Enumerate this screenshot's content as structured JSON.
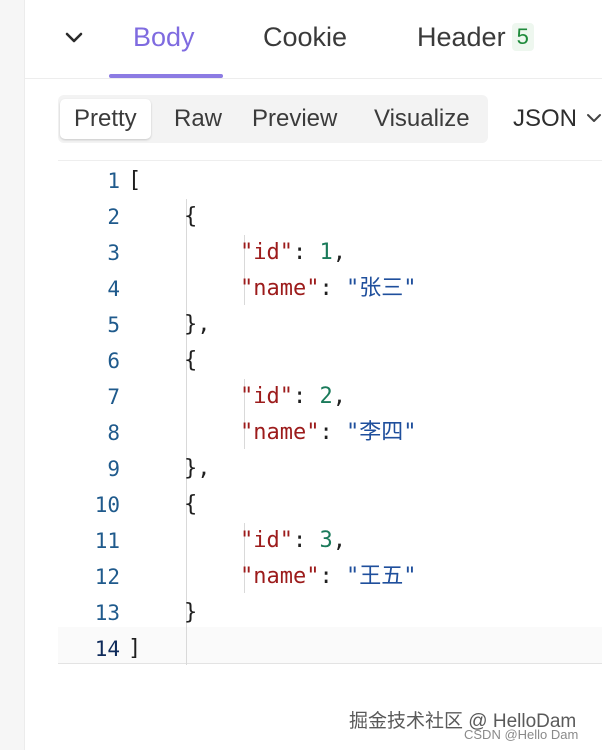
{
  "tabs": [
    {
      "label": "Body"
    },
    {
      "label": "Cookie"
    },
    {
      "label": "Header",
      "badge": "5"
    }
  ],
  "view_modes": [
    {
      "label": "Pretty"
    },
    {
      "label": "Raw"
    },
    {
      "label": "Preview"
    },
    {
      "label": "Visualize"
    }
  ],
  "format": {
    "selected": "JSON"
  },
  "code": {
    "line_numbers": [
      "1",
      "2",
      "3",
      "4",
      "5",
      "6",
      "7",
      "8",
      "9",
      "10",
      "11",
      "12",
      "13",
      "14"
    ],
    "items": [
      {
        "key": "\"id\"",
        "id_value": "1",
        "name_key": "\"name\"",
        "name_value": "\"张三\""
      },
      {
        "key": "\"id\"",
        "id_value": "2",
        "name_key": "\"name\"",
        "name_value": "\"李四\""
      },
      {
        "key": "\"id\"",
        "id_value": "3",
        "name_key": "\"name\"",
        "name_value": "\"王五\""
      }
    ],
    "open_bracket": "[",
    "close_bracket": "]",
    "open_brace": "{",
    "close_brace_comma": "},",
    "close_brace": "}",
    "colon": ": ",
    "comma": ","
  },
  "watermark": {
    "text": "掘金技术社区 @ HelloDam",
    "credit": "CSDN @Hello Dam"
  },
  "colors": {
    "accent": "#8c7be3",
    "badge_green": "#1f8a3b",
    "json_key": "#9c1b1b",
    "json_number": "#1a7a5a",
    "json_string": "#1f4f9c"
  },
  "icons": {
    "collapse": "chevron-down-icon",
    "format_dropdown": "chevron-down-icon"
  }
}
